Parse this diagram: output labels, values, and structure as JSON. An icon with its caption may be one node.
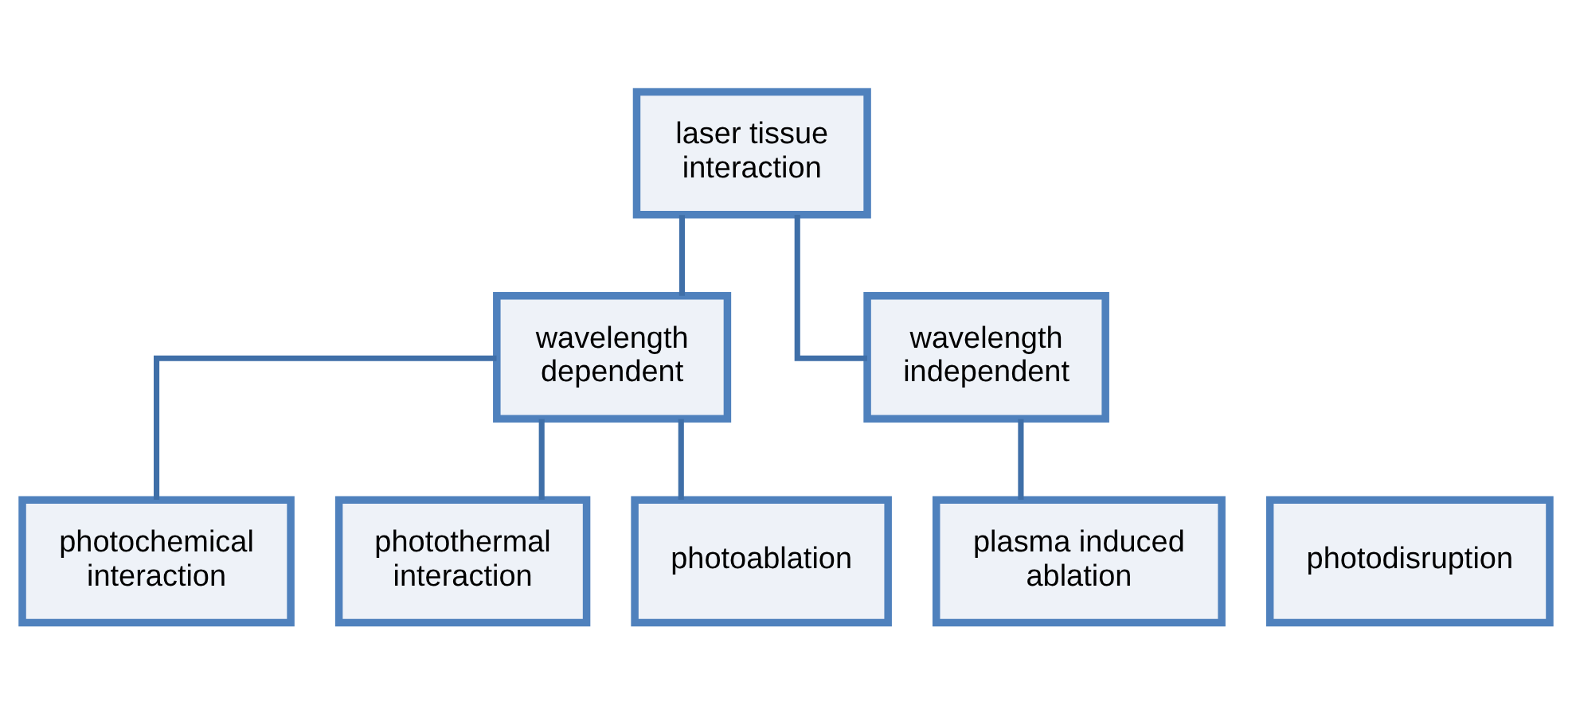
{
  "diagram": {
    "nodes": [
      {
        "text": [
          "laser tissue interaction"
        ]
      },
      {
        "text": [
          "wavelength dependent"
        ]
      },
      {
        "text": [
          "wavelength independent"
        ]
      },
      {
        "text": [
          "photochemical interaction"
        ]
      },
      {
        "text": [
          "photothermal interaction"
        ]
      },
      {
        "text": [
          "photoablation"
        ]
      },
      {
        "text": [
          "plasma induced ablation"
        ]
      },
      {
        "text": [
          "photodisruption"
        ]
      }
    ],
    "edges": [
      {
        "from": 0,
        "to": 1,
        "arrow": "none"
      },
      {
        "from": 0,
        "to": 2,
        "arrow": "none"
      },
      {
        "from": 1,
        "to": 3,
        "arrow": "none"
      },
      {
        "from": 1,
        "to": 4,
        "arrow": "none"
      },
      {
        "from": 1,
        "to": 5,
        "arrow": "none"
      },
      {
        "from": 2,
        "to": 6,
        "arrow": "none"
      }
    ]
  }
}
